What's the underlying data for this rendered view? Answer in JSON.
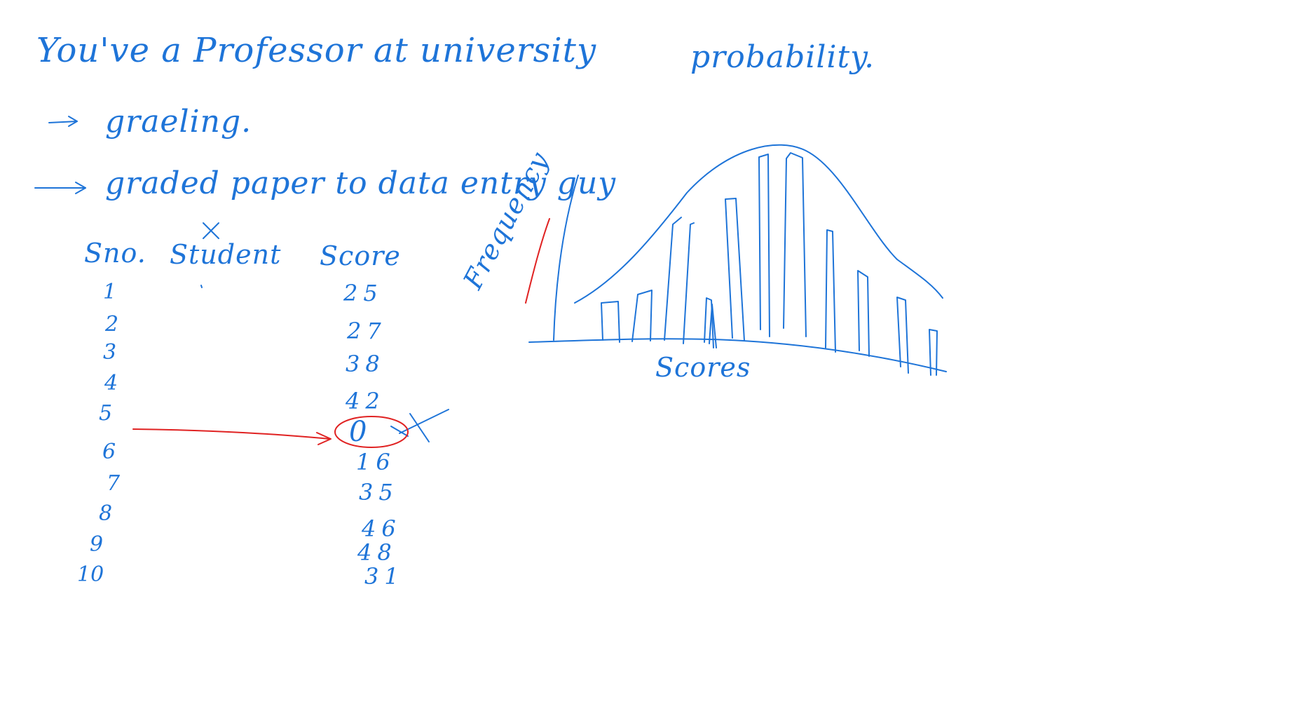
{
  "board": {
    "ink_color": "#1e74d8",
    "correction_color": "#e02222",
    "background": "#ffffff"
  },
  "notes": {
    "line1": "You've a Professor at university",
    "line2": "graeling.",
    "line3": "graded paper to data entry guy",
    "probability": "probability."
  },
  "table": {
    "headers": {
      "sno": "Sno.",
      "student": "Student",
      "score": "Score"
    },
    "rows": [
      {
        "sno": "1",
        "score": "25"
      },
      {
        "sno": "2",
        "score": "27"
      },
      {
        "sno": "3",
        "score": "38"
      },
      {
        "sno": "4",
        "score": "42"
      },
      {
        "sno": "5",
        "score": "0"
      },
      {
        "sno": "6",
        "score": "16"
      },
      {
        "sno": "7",
        "score": "35"
      },
      {
        "sno": "8",
        "score": "46"
      },
      {
        "sno": "9",
        "score": "48"
      },
      {
        "sno": "10",
        "score": "31"
      }
    ]
  },
  "sketch": {
    "y_label": "Frequency",
    "x_label": "Scores"
  },
  "icons": {
    "arrow_1": "right-arrow-icon",
    "arrow_2": "long-right-arrow-icon",
    "cross_student": "cross-mark-icon",
    "cross_zero": "cross-mark-icon"
  }
}
